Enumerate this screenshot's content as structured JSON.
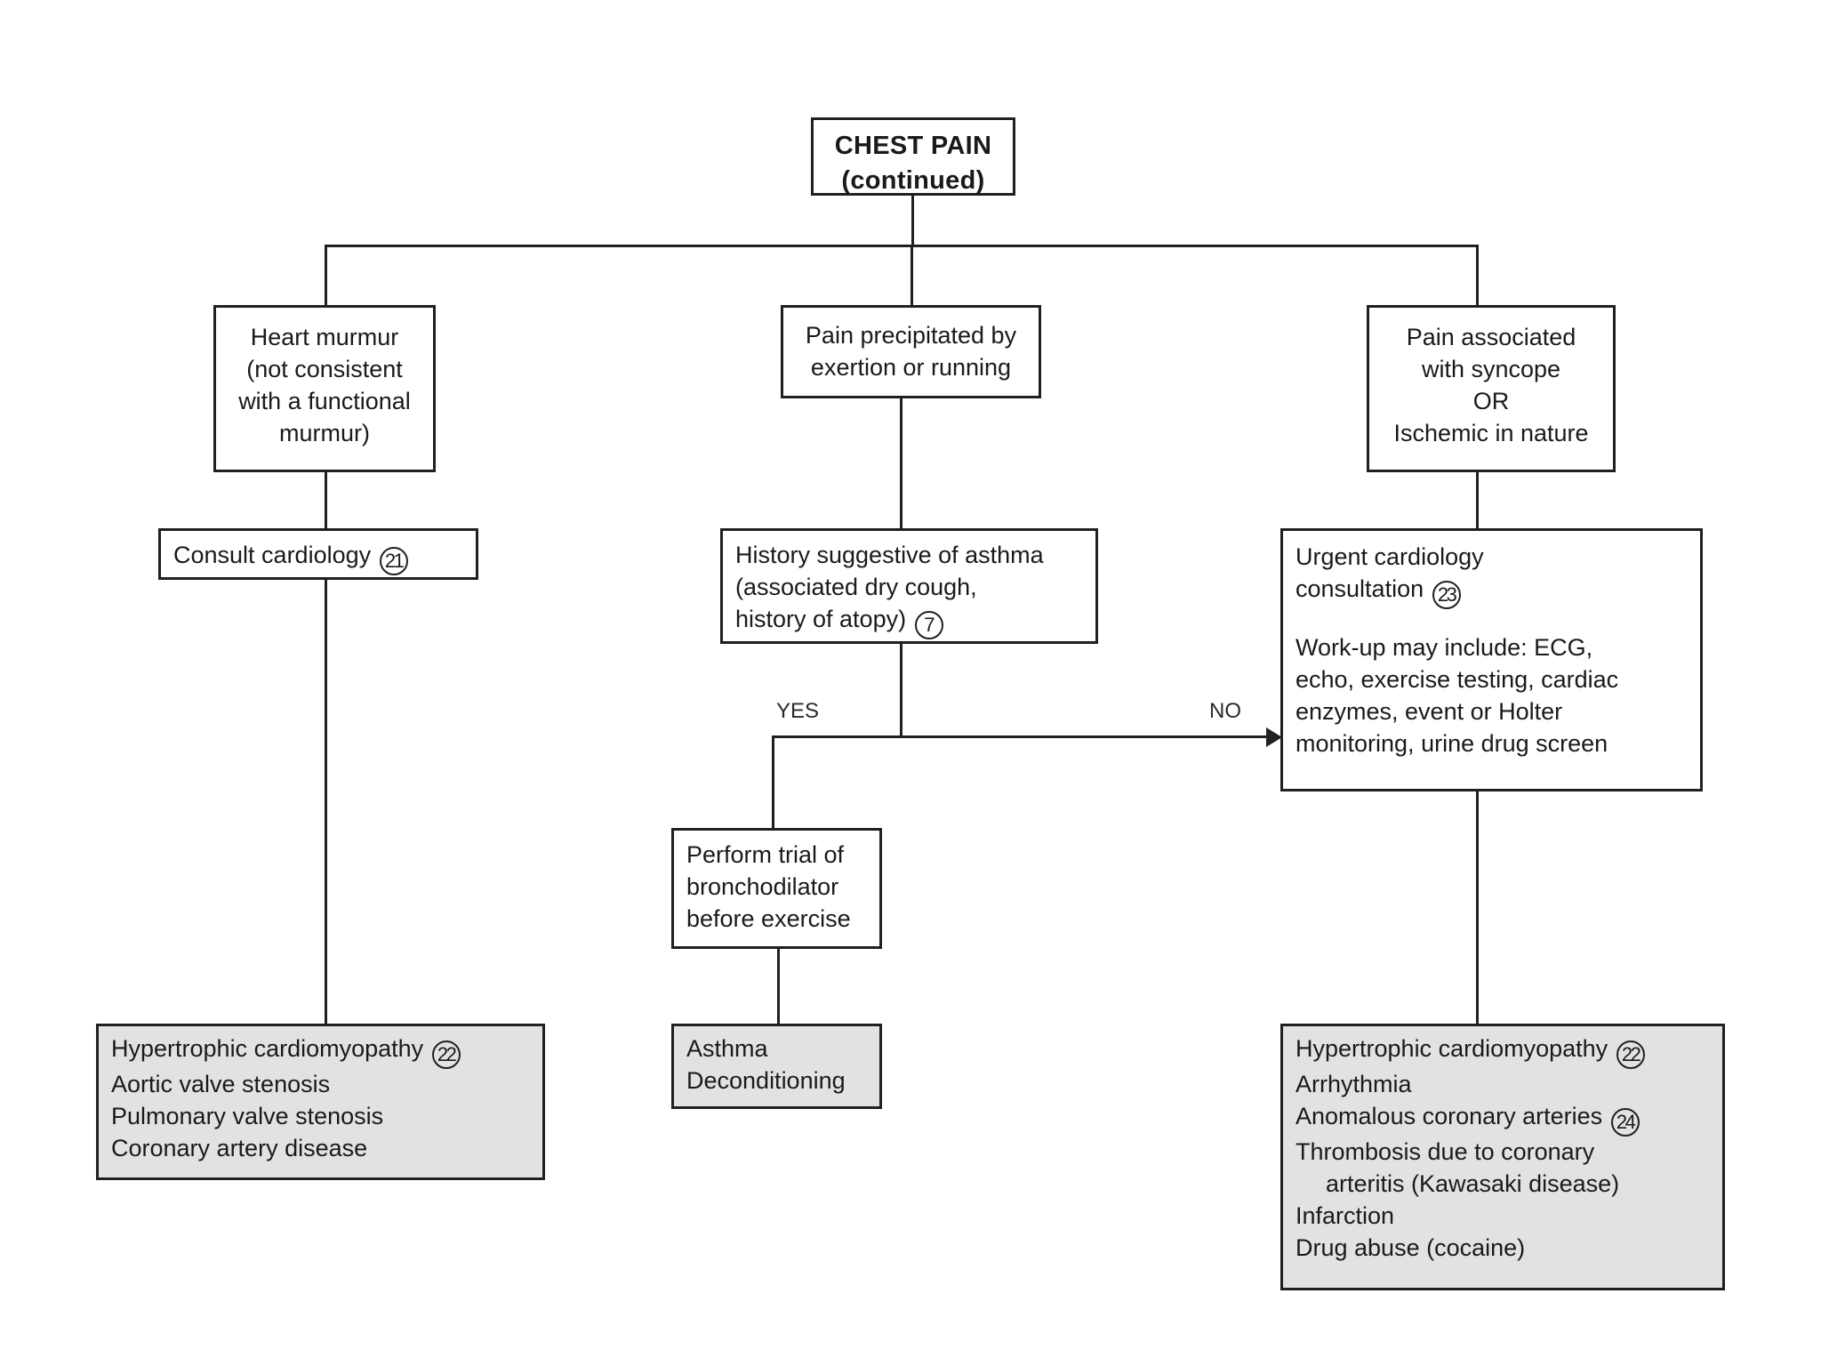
{
  "diagram": {
    "title_box": {
      "line1": "CHEST PAIN",
      "line2": "(continued)"
    },
    "branches": [
      {
        "id": "heart-murmur",
        "lines": [
          "Heart murmur",
          "(not consistent",
          "with a functional",
          "murmur)"
        ]
      },
      {
        "id": "pain-exertion",
        "lines": [
          "Pain precipitated by",
          "exertion or running"
        ]
      },
      {
        "id": "pain-syncope",
        "lines": [
          "Pain associated",
          "with syncope",
          "OR",
          "Ischemic in nature"
        ]
      }
    ],
    "consult_cardiology": {
      "label": "Consult cardiology",
      "ref": "21"
    },
    "asthma_history": {
      "line1": "History suggestive of asthma",
      "line2": "(associated dry cough,",
      "line3": "history of atopy)",
      "ref": "7"
    },
    "urgent_cardiology": {
      "line1": "Urgent cardiology",
      "line2": "consultation",
      "ref": "23",
      "workup": [
        "Work-up may include: ECG,",
        "echo, exercise testing, cardiac",
        "enzymes, event or Holter",
        "monitoring, urine drug screen"
      ]
    },
    "edge_labels": {
      "yes": "YES",
      "no": "NO"
    },
    "bronchodilator": {
      "lines": [
        "Perform trial of",
        "bronchodilator",
        "before exercise"
      ]
    },
    "outcome_left": {
      "items": [
        {
          "text": "Hypertrophic cardiomyopathy",
          "ref": "22"
        },
        {
          "text": "Aortic valve stenosis",
          "ref": ""
        },
        {
          "text": "Pulmonary valve stenosis",
          "ref": ""
        },
        {
          "text": "Coronary artery disease",
          "ref": ""
        }
      ]
    },
    "outcome_center": {
      "items": [
        {
          "text": "Asthma",
          "ref": ""
        },
        {
          "text": "Deconditioning",
          "ref": ""
        }
      ]
    },
    "outcome_right": {
      "items": [
        {
          "text": "Hypertrophic cardiomyopathy",
          "ref": "22",
          "indent": false
        },
        {
          "text": "Arrhythmia",
          "ref": "",
          "indent": false
        },
        {
          "text": "Anomalous coronary arteries",
          "ref": "24",
          "indent": false
        },
        {
          "text": "Thrombosis due to coronary",
          "ref": "",
          "indent": false
        },
        {
          "text": "arteritis (Kawasaki disease)",
          "ref": "",
          "indent": true
        },
        {
          "text": "Infarction",
          "ref": "",
          "indent": false
        },
        {
          "text": "Drug abuse (cocaine)",
          "ref": "",
          "indent": false
        }
      ]
    },
    "colors": {
      "stroke": "#231f20",
      "shaded_fill": "#e2e2e2",
      "page_bg": "#ffffff"
    }
  }
}
